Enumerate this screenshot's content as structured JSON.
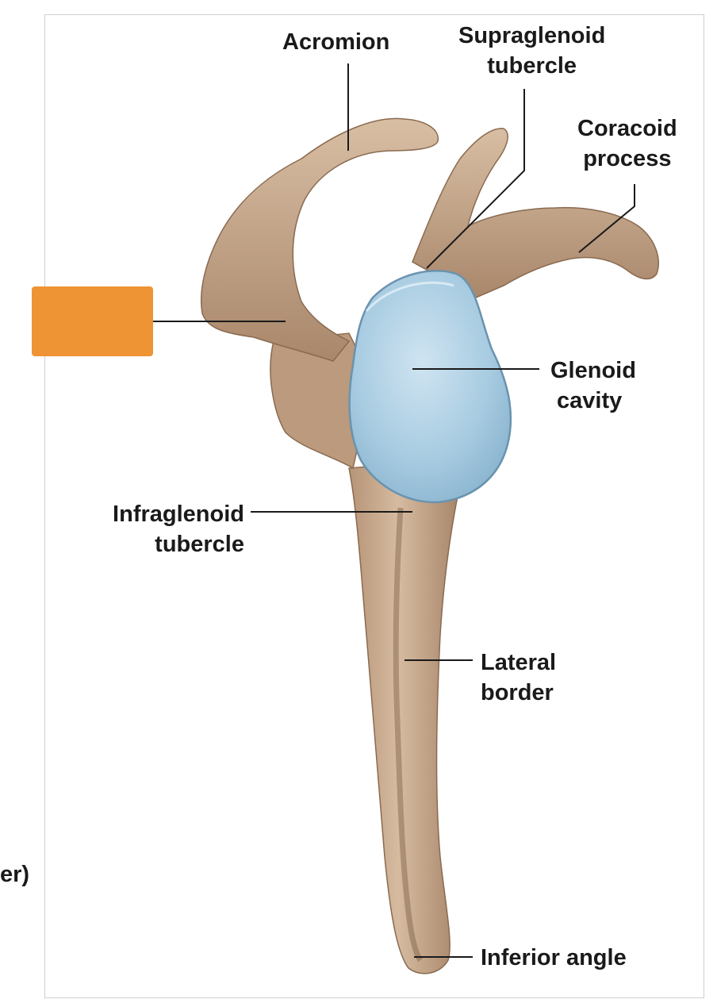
{
  "labels": {
    "acromion": "Acromion",
    "supraglenoid_line1": "Supraglenoid",
    "supraglenoid_line2": "tubercle",
    "coracoid_line1": "Coracoid",
    "coracoid_line2": "process",
    "glenoid_line1": "Glenoid",
    "glenoid_line2": "cavity",
    "infraglenoid_line1": "Infraglenoid",
    "infraglenoid_line2": "tubercle",
    "lateral_line1": "Lateral",
    "lateral_line2": "border",
    "inferior_angle": "Inferior angle",
    "cut_text": "er)"
  },
  "colors": {
    "hidden_label_box": "#ef9434",
    "bone": "#c9a98a",
    "glenoid": "#a6cbe2"
  }
}
